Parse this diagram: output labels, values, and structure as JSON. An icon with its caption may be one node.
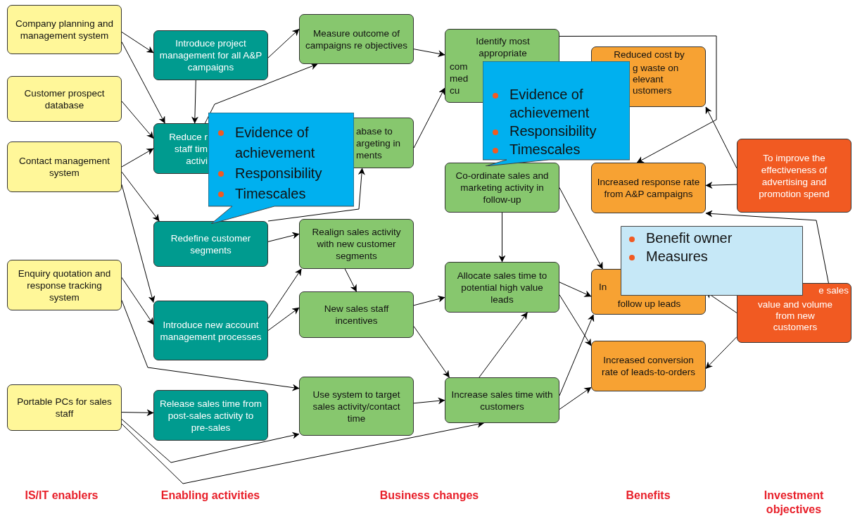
{
  "diagram": {
    "nodes": [
      {
        "text": [
          "Company planning and management system"
        ]
      },
      {
        "text": [
          "Customer prospect database"
        ]
      },
      {
        "text": [
          "Contact management system"
        ]
      },
      {
        "text": [
          "Enquiry quotation and response tracking system"
        ]
      },
      {
        "text": [
          "Portable PCs for sales staff"
        ]
      },
      {
        "text": [
          "Introduce project management for all A&P campaigns"
        ]
      },
      {
        "text": [
          "Reduce r staff tim activi"
        ]
      },
      {
        "text": [
          "Redefine customer segments"
        ]
      },
      {
        "text": [
          "Introduce new account management processes"
        ]
      },
      {
        "text": [
          "Release sales time from post-sales activity to pre-sales"
        ]
      },
      {
        "text": [
          "Measure outcome of campaigns re objectives"
        ]
      },
      {
        "text": [
          "abase to argeting in ments"
        ]
      },
      {
        "text": [
          "Realign sales activity with new customer segments"
        ]
      },
      {
        "text": [
          "New sales staff incentives"
        ]
      },
      {
        "text": [
          "Use system to target sales activity/contact time"
        ]
      },
      {
        "text": [
          "Identify most appropriate",
          "com med cu"
        ]
      },
      {
        "text": [
          "Co-ordinate sales and marketing activity in follow-up"
        ]
      },
      {
        "text": [
          "Allocate sales time to potential high value leads"
        ]
      },
      {
        "text": [
          "Increase sales time with customers"
        ]
      },
      {
        "text": [
          "Reduced cost by",
          "g waste on elevant ustomers"
        ]
      },
      {
        "text": [
          "Increased response rate from A&P campaigns"
        ]
      },
      {
        "text": [
          "In",
          "follow up leads"
        ]
      },
      {
        "text": [
          "Increased conversion rate of leads-to-orders"
        ]
      },
      {
        "text": [
          "To improve the effectiveness of advertising and promotion spend"
        ]
      },
      {
        "text": [
          "e sales",
          "value and volume from new customers"
        ]
      },
      {
        "text": [
          "Evidence of achievement",
          "Responsibility",
          "Timescales"
        ]
      },
      {
        "text": [
          "Evidence of achievement",
          "Responsibility",
          "Timescales"
        ]
      },
      {
        "text": [
          "Benefit owner",
          "Measures"
        ]
      }
    ],
    "edges": [
      {
        "from": 0,
        "to": 5,
        "arrow": "to"
      },
      {
        "from": 0,
        "to": 6,
        "arrow": "to"
      },
      {
        "from": 1,
        "to": 6,
        "arrow": "to"
      },
      {
        "from": 2,
        "to": 6,
        "arrow": "to"
      },
      {
        "from": 2,
        "to": 7,
        "arrow": "to"
      },
      {
        "from": 2,
        "to": 8,
        "arrow": "to"
      },
      {
        "from": 3,
        "to": 8,
        "arrow": "to"
      },
      {
        "from": 3,
        "to": 14,
        "arrow": "to"
      },
      {
        "from": 4,
        "to": 9,
        "arrow": "to"
      },
      {
        "from": 4,
        "to": 14,
        "arrow": "to"
      },
      {
        "from": 4,
        "to": 18,
        "arrow": "to"
      },
      {
        "from": 5,
        "to": 10,
        "arrow": "to"
      },
      {
        "from": 5,
        "to": 6,
        "arrow": "to"
      },
      {
        "from": 6,
        "to": 10,
        "arrow": "to"
      },
      {
        "from": 7,
        "to": 11,
        "arrow": "to"
      },
      {
        "from": 7,
        "to": 12,
        "arrow": "to"
      },
      {
        "from": 8,
        "to": 12,
        "arrow": "to"
      },
      {
        "from": 8,
        "to": 13,
        "arrow": "to"
      },
      {
        "from": 12,
        "to": 13,
        "arrow": "to"
      },
      {
        "from": 10,
        "to": 15,
        "arrow": "to"
      },
      {
        "from": 11,
        "to": 15,
        "arrow": "to"
      },
      {
        "from": 13,
        "to": 17,
        "arrow": "to"
      },
      {
        "from": 13,
        "to": 18,
        "arrow": "to"
      },
      {
        "from": 14,
        "to": 18,
        "arrow": "to"
      },
      {
        "from": 18,
        "to": 17,
        "arrow": "to"
      },
      {
        "from": 16,
        "to": 17,
        "arrow": "to"
      },
      {
        "from": 15,
        "to": 20,
        "arrow": "to"
      },
      {
        "from": 16,
        "to": 21,
        "arrow": "to"
      },
      {
        "from": 17,
        "to": 21,
        "arrow": "to"
      },
      {
        "from": 17,
        "to": 22,
        "arrow": "to"
      },
      {
        "from": 18,
        "to": 21,
        "arrow": "to"
      },
      {
        "from": 18,
        "to": 22,
        "arrow": "to"
      },
      {
        "from": 23,
        "to": 19,
        "arrow": "to"
      },
      {
        "from": 23,
        "to": 20,
        "arrow": "to"
      },
      {
        "from": 24,
        "to": 20,
        "arrow": "to"
      },
      {
        "from": 24,
        "to": 21,
        "arrow": "to"
      },
      {
        "from": 24,
        "to": 22,
        "arrow": "to"
      }
    ],
    "labels": [
      "IS/IT enablers",
      "Enabling activities",
      "Business changes",
      "Benefits",
      "Investment objectives"
    ]
  }
}
